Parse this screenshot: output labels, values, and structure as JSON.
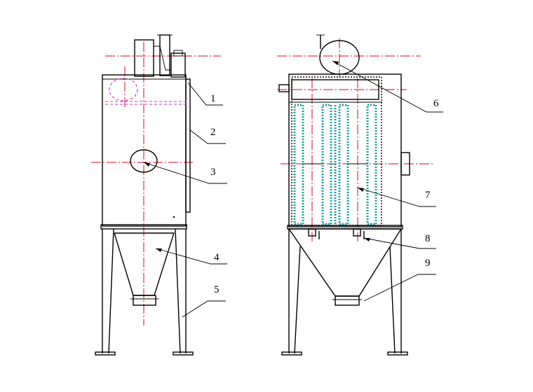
{
  "callouts": [
    {
      "n": "1"
    },
    {
      "n": "2"
    },
    {
      "n": "3"
    },
    {
      "n": "4"
    },
    {
      "n": "5"
    },
    {
      "n": "6"
    },
    {
      "n": "7"
    },
    {
      "n": "8"
    },
    {
      "n": "9"
    }
  ],
  "colors": {
    "outline": "#000000",
    "centerline": "#e0001a",
    "inlet_hidden": "#cc33cc",
    "filter_bag": "#1aa3a3"
  }
}
